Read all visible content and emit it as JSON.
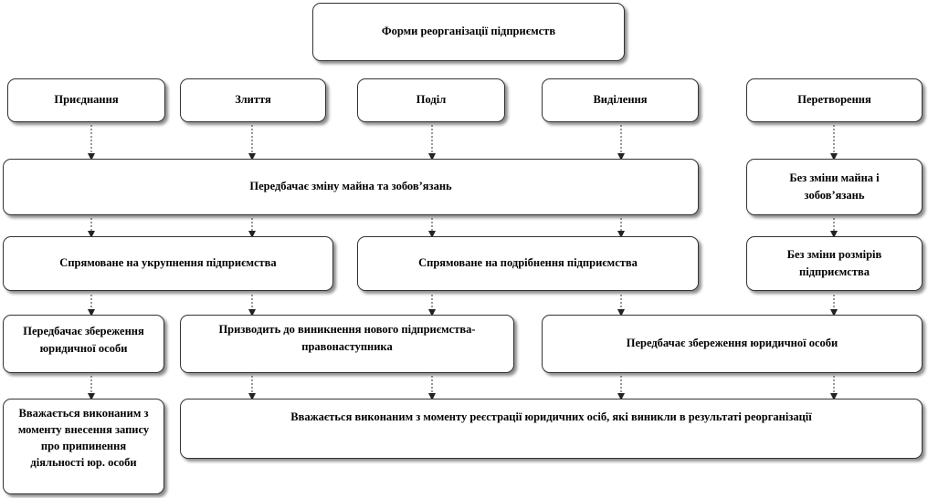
{
  "title": "Форми реорганізації  підприємств",
  "forms": {
    "pryednannia": "Приєднання",
    "zlyttia": "Злиття",
    "podil": "Поділ",
    "vydilennia": "Виділення",
    "peretvorennia": "Перетворення"
  },
  "property": {
    "change": "Передбачає зміну  майна та зобов’язань",
    "no_change": "Без зміни майна і зобов’язань"
  },
  "direction": {
    "consolidation": "Спрямоване на укрупнення підприємства",
    "fragmentation": "Спрямоване на подрібнення підприємства",
    "no_size_change": "Без зміни розмірів підприємства"
  },
  "legal_entity": {
    "preserve_left": "Передбачає збереження юридичної  особи",
    "new_successor": "Призводить до виникнення нового підприємства-правонаступника",
    "preserve_right": "Передбачає збереження юридичної особи"
  },
  "completion": {
    "by_record": "Вважається виконаним з моменту внесення запису про припинення діяльності юр. особи",
    "by_registration": "Вважається виконаним з моменту реєстрації  юридичних осіб, які виникли в результаті реорганізації"
  }
}
